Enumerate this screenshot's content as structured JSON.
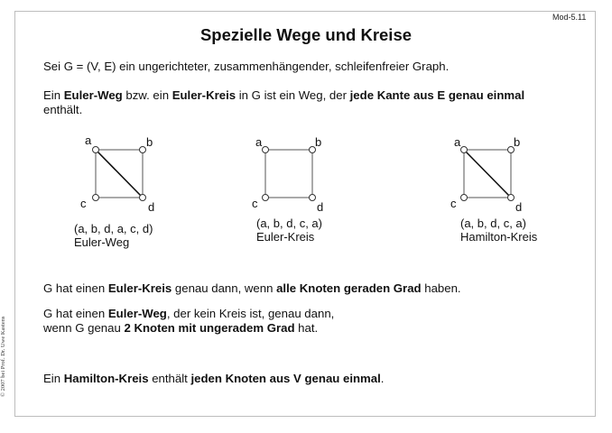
{
  "slide_id": "Mod-5.11",
  "title": "Spezielle Wege und Kreise",
  "intro": "Sei G = (V, E) ein ungerichteter, zusammenhängender, schleifenfreier Graph.",
  "def1": {
    "p1": "Ein ",
    "b1": "Euler-Weg",
    "p2": " bzw. ein ",
    "b2": "Euler-Kreis",
    "p3": " in G ist ein Weg, der ",
    "b3": "jede Kante aus E genau einmal",
    "p4": "enthält."
  },
  "graphs": [
    {
      "nodes": [
        "a",
        "b",
        "c",
        "d"
      ],
      "path": "(a, b, d, a, c, d)",
      "label": "Euler-Weg"
    },
    {
      "nodes": [
        "a",
        "b",
        "c",
        "d"
      ],
      "path": "(a, b, d, c, a)",
      "label": "Euler-Kreis"
    },
    {
      "nodes": [
        "a",
        "b",
        "c",
        "d"
      ],
      "path": "(a, b, d, c, a)",
      "label": "Hamilton-Kreis"
    }
  ],
  "theorem1": {
    "p1": "G hat einen ",
    "b1": "Euler-Kreis",
    "p2": " genau dann, wenn ",
    "b2": "alle Knoten geraden Grad",
    "p3": " haben."
  },
  "theorem2": {
    "line1_p1": "G hat einen ",
    "line1_b1": "Euler-Weg",
    "line1_p2": ", der kein Kreis ist, genau dann,",
    "line2_p1": "wenn G genau ",
    "line2_b1": "2 Knoten mit ungeradem Grad",
    "line2_p2": " hat."
  },
  "def2": {
    "p1": "Ein ",
    "b1": "Hamilton-Kreis",
    "p2": " enthält ",
    "b2": "jeden Knoten aus V genau einmal",
    "p3": "."
  },
  "copyright": "© 2007 bei Prof. Dr. Uwe Kastens"
}
